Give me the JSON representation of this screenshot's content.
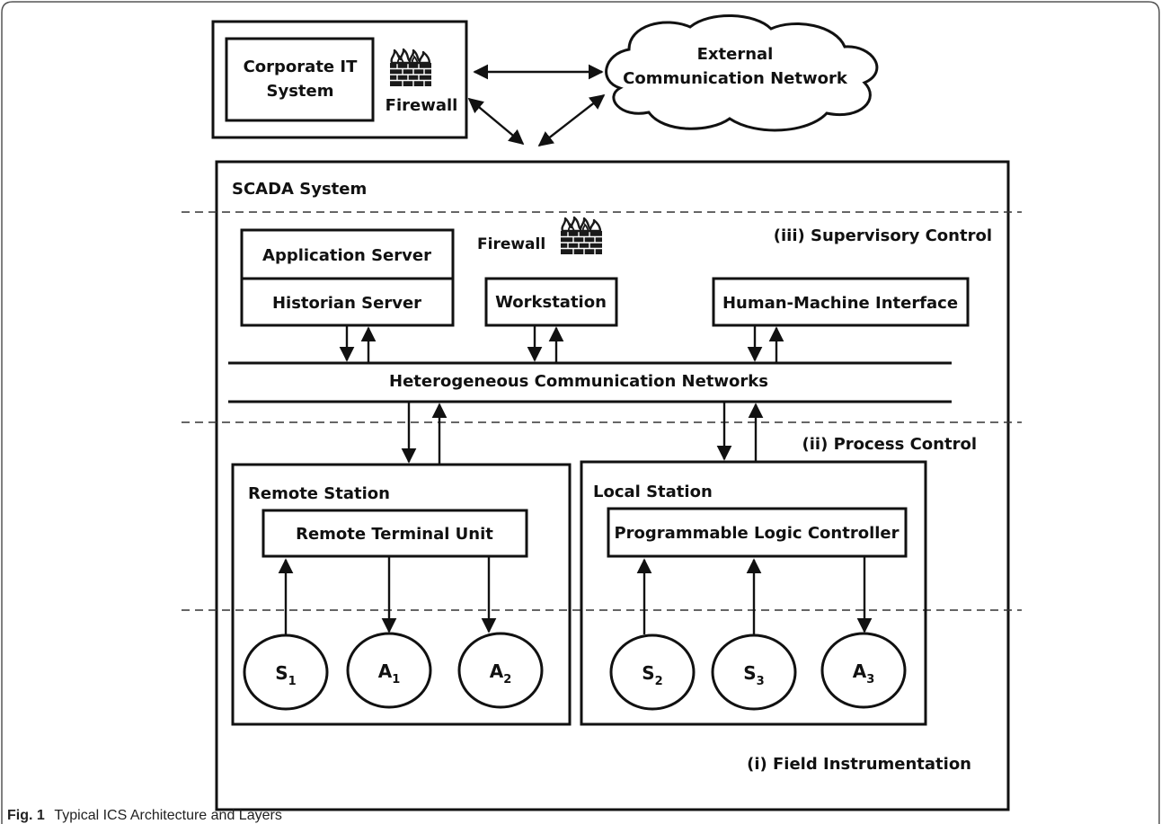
{
  "corporate": {
    "system_line1": "Corporate IT",
    "system_line2": "System",
    "firewall_label": "Firewall"
  },
  "external": {
    "line1": "External",
    "line2": "Communication Network"
  },
  "scada": {
    "title": "SCADA System",
    "supervisory_label": "(iii) Supervisory Control",
    "firewall_label": "Firewall",
    "application_server": "Application Server",
    "historian_server": "Historian Server",
    "workstation": "Workstation",
    "hmi": "Human-Machine Interface",
    "network": "Heterogeneous Communication Networks",
    "process_label": "(ii) Process Control",
    "field_label": "(i) Field Instrumentation"
  },
  "remote_station": {
    "title": "Remote Station",
    "unit": "Remote Terminal Unit",
    "nodes": [
      {
        "letter": "S",
        "sub": "1"
      },
      {
        "letter": "A",
        "sub": "1"
      },
      {
        "letter": "A",
        "sub": "2"
      }
    ]
  },
  "local_station": {
    "title": "Local Station",
    "unit": "Programmable Logic Controller",
    "nodes": [
      {
        "letter": "S",
        "sub": "2"
      },
      {
        "letter": "S",
        "sub": "3"
      },
      {
        "letter": "A",
        "sub": "3"
      }
    ]
  },
  "caption": {
    "label": "Fig. 1",
    "text": "Typical ICS Architecture and Layers"
  }
}
